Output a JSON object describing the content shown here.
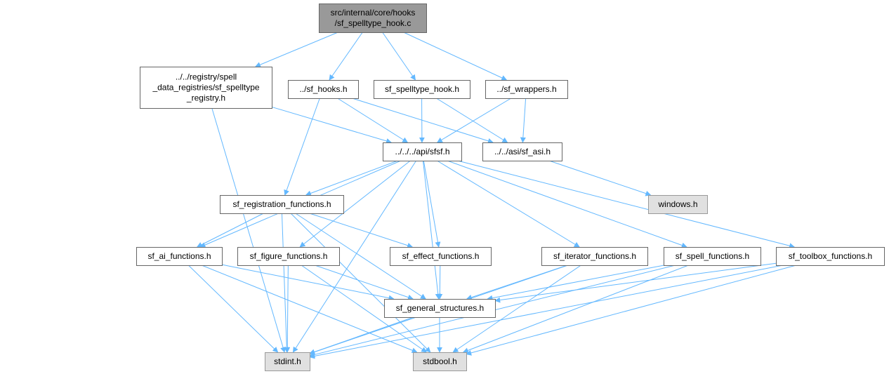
{
  "colors": {
    "edge": "#63b8ff",
    "node_border": "#666666",
    "node_fill": "#ffffff",
    "root_fill": "#999999",
    "external_fill": "#e0e0e0",
    "external_border": "#999999"
  },
  "nodes": {
    "root": {
      "lines": [
        "src/internal/core/hooks",
        "/sf_spelltype_hook.c"
      ]
    },
    "registry": {
      "lines": [
        "../../registry/spell",
        "_data_registries/sf_spelltype",
        "_registry.h"
      ]
    },
    "hooks": {
      "lines": [
        "../sf_hooks.h"
      ]
    },
    "spelltype_hook": {
      "lines": [
        "sf_spelltype_hook.h"
      ]
    },
    "wrappers": {
      "lines": [
        "../sf_wrappers.h"
      ]
    },
    "sfsf": {
      "lines": [
        "../../../api/sfsf.h"
      ]
    },
    "asi": {
      "lines": [
        "../../asi/sf_asi.h"
      ]
    },
    "windows": {
      "lines": [
        "windows.h"
      ]
    },
    "reg_funcs": {
      "lines": [
        "sf_registration_functions.h"
      ]
    },
    "ai_funcs": {
      "lines": [
        "sf_ai_functions.h"
      ]
    },
    "figure_funcs": {
      "lines": [
        "sf_figure_functions.h"
      ]
    },
    "effect_funcs": {
      "lines": [
        "sf_effect_functions.h"
      ]
    },
    "iterator_funcs": {
      "lines": [
        "sf_iterator_functions.h"
      ]
    },
    "spell_funcs": {
      "lines": [
        "sf_spell_functions.h"
      ]
    },
    "toolbox_funcs": {
      "lines": [
        "sf_toolbox_functions.h"
      ]
    },
    "general": {
      "lines": [
        "sf_general_structures.h"
      ]
    },
    "stdint": {
      "lines": [
        "stdint.h"
      ]
    },
    "stdbool": {
      "lines": [
        "stdbool.h"
      ]
    }
  },
  "edges": [
    [
      "root",
      "registry"
    ],
    [
      "root",
      "hooks"
    ],
    [
      "root",
      "spelltype_hook"
    ],
    [
      "root",
      "wrappers"
    ],
    [
      "registry",
      "sfsf"
    ],
    [
      "registry",
      "stdint"
    ],
    [
      "hooks",
      "sfsf"
    ],
    [
      "hooks",
      "asi"
    ],
    [
      "hooks",
      "reg_funcs"
    ],
    [
      "spelltype_hook",
      "sfsf"
    ],
    [
      "spelltype_hook",
      "asi"
    ],
    [
      "wrappers",
      "sfsf"
    ],
    [
      "wrappers",
      "asi"
    ],
    [
      "asi",
      "windows"
    ],
    [
      "sfsf",
      "reg_funcs"
    ],
    [
      "sfsf",
      "ai_funcs"
    ],
    [
      "sfsf",
      "figure_funcs"
    ],
    [
      "sfsf",
      "effect_funcs"
    ],
    [
      "sfsf",
      "iterator_funcs"
    ],
    [
      "sfsf",
      "spell_funcs"
    ],
    [
      "sfsf",
      "toolbox_funcs"
    ],
    [
      "sfsf",
      "general"
    ],
    [
      "sfsf",
      "stdint"
    ],
    [
      "reg_funcs",
      "ai_funcs"
    ],
    [
      "reg_funcs",
      "effect_funcs"
    ],
    [
      "reg_funcs",
      "general"
    ],
    [
      "reg_funcs",
      "stdint"
    ],
    [
      "reg_funcs",
      "stdbool"
    ],
    [
      "ai_funcs",
      "general"
    ],
    [
      "ai_funcs",
      "stdint"
    ],
    [
      "ai_funcs",
      "stdbool"
    ],
    [
      "figure_funcs",
      "general"
    ],
    [
      "figure_funcs",
      "stdint"
    ],
    [
      "figure_funcs",
      "stdbool"
    ],
    [
      "effect_funcs",
      "general"
    ],
    [
      "iterator_funcs",
      "general"
    ],
    [
      "iterator_funcs",
      "stdint"
    ],
    [
      "iterator_funcs",
      "stdbool"
    ],
    [
      "spell_funcs",
      "general"
    ],
    [
      "spell_funcs",
      "stdint"
    ],
    [
      "spell_funcs",
      "stdbool"
    ],
    [
      "toolbox_funcs",
      "general"
    ],
    [
      "toolbox_funcs",
      "stdint"
    ],
    [
      "toolbox_funcs",
      "stdbool"
    ],
    [
      "general",
      "stdint"
    ],
    [
      "general",
      "stdbool"
    ]
  ]
}
